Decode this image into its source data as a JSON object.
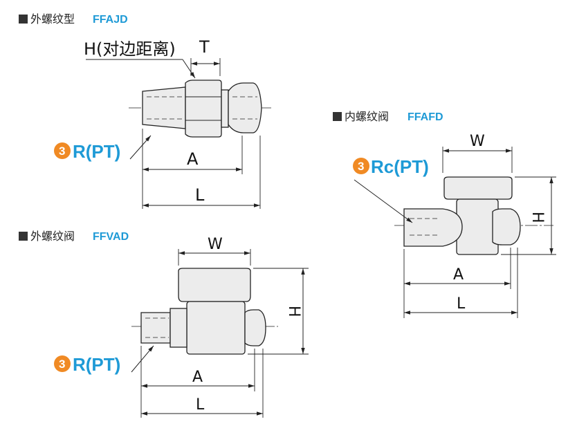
{
  "sections": {
    "ffajd": {
      "name": "外螺纹型",
      "code": "FFAJD"
    },
    "ffafd": {
      "name": "内螺纹阀",
      "code": "FFAFD"
    },
    "ffvad": {
      "name": "外螺纹阀",
      "code": "FFVAD"
    }
  },
  "labels": {
    "h_flat": "H(对边距离)",
    "t": "T",
    "a": "A",
    "l": "L",
    "w": "W",
    "h": "H"
  },
  "notes": {
    "badge": "3",
    "r_pt": "R(PT)",
    "rc_pt": "Rc(PT)"
  },
  "colors": {
    "accent": "#1e9ad6",
    "badge": "#f08a24",
    "line": "#222222"
  }
}
